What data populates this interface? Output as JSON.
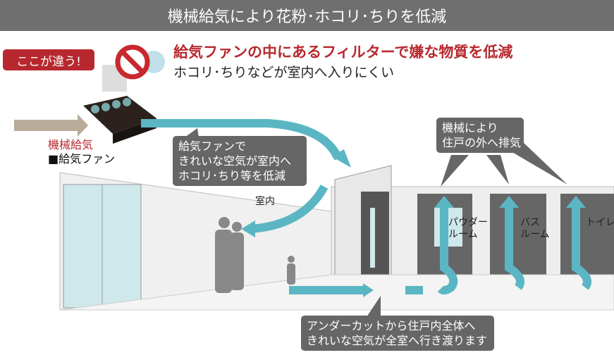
{
  "header": {
    "title": "機械給気により花粉･ホコリ･ちりを低減"
  },
  "badge": "ここが違う!",
  "headline": {
    "main": "給気ファンの中にあるフィルターで嫌な物質を低減",
    "sub": "ホコリ･ちりなどが室内へ入りにくい"
  },
  "fan_labels": {
    "supply": "機械給気",
    "fan": "■給気ファン"
  },
  "bubbles": {
    "supply": [
      "給気ファンで",
      "きれいな空気が室内へ",
      "ホコリ･ちり等を低減"
    ],
    "exhaust": [
      "機械により",
      "住戸の外へ排気"
    ],
    "undercut": [
      "アンダーカットから住戸内全体へ",
      "きれいな空気が全室へ行き渡ります"
    ]
  },
  "rooms": {
    "living": "室内",
    "powder": [
      "パウダー",
      "ルーム"
    ],
    "bath": [
      "バス",
      "ルーム"
    ],
    "toilet": "トイレ"
  },
  "colors": {
    "accent": "#b7282e",
    "airflow": "#5bb6c4",
    "bubble": "#666666"
  }
}
